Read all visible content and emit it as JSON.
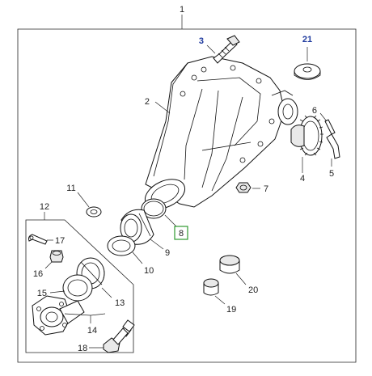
{
  "callouts": {
    "c1": "1",
    "c2": "2",
    "c3": "3",
    "c4": "4",
    "c5": "5",
    "c6": "6",
    "c7": "7",
    "c8": "8",
    "c9": "9",
    "c10": "10",
    "c11": "11",
    "c12": "12",
    "c13": "13",
    "c14": "14",
    "c15": "15",
    "c16": "16",
    "c17": "17",
    "c18": "18",
    "c19": "19",
    "c20": "20",
    "c21": "21"
  },
  "colors": {
    "highlight_box": "#2e9a2e",
    "blue_label": "#1f3a9e"
  }
}
